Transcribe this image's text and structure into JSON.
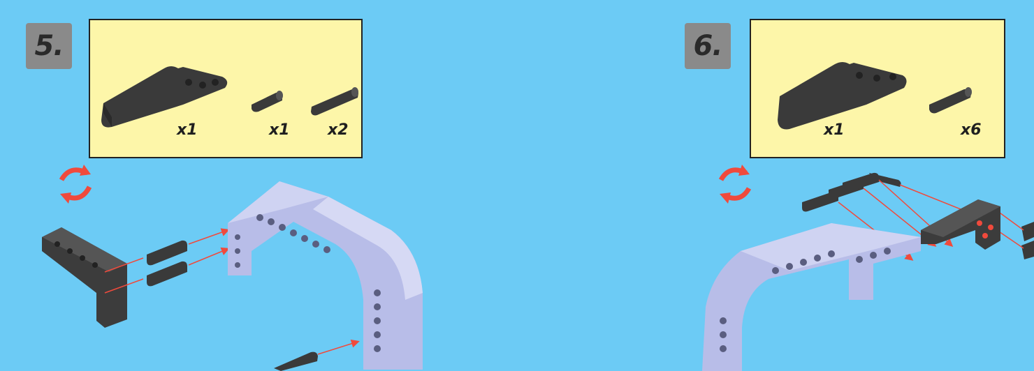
{
  "steps": [
    {
      "number": "5.",
      "quantities": [
        "x1",
        "x1",
        "x2"
      ]
    },
    {
      "number": "6.",
      "quantities": [
        "x1",
        "x6"
      ]
    }
  ],
  "colors": {
    "background": "#6ccbf5",
    "parts_box": "#fdf6a9",
    "badge": "#8a8a8a",
    "beam_light": "#b8bde8",
    "beam_dark": "#3c3c3c",
    "arrow": "#f04a3c"
  },
  "icons": [
    "rotate-icon",
    "l-beam-part",
    "pin-part",
    "frame-assembly"
  ]
}
